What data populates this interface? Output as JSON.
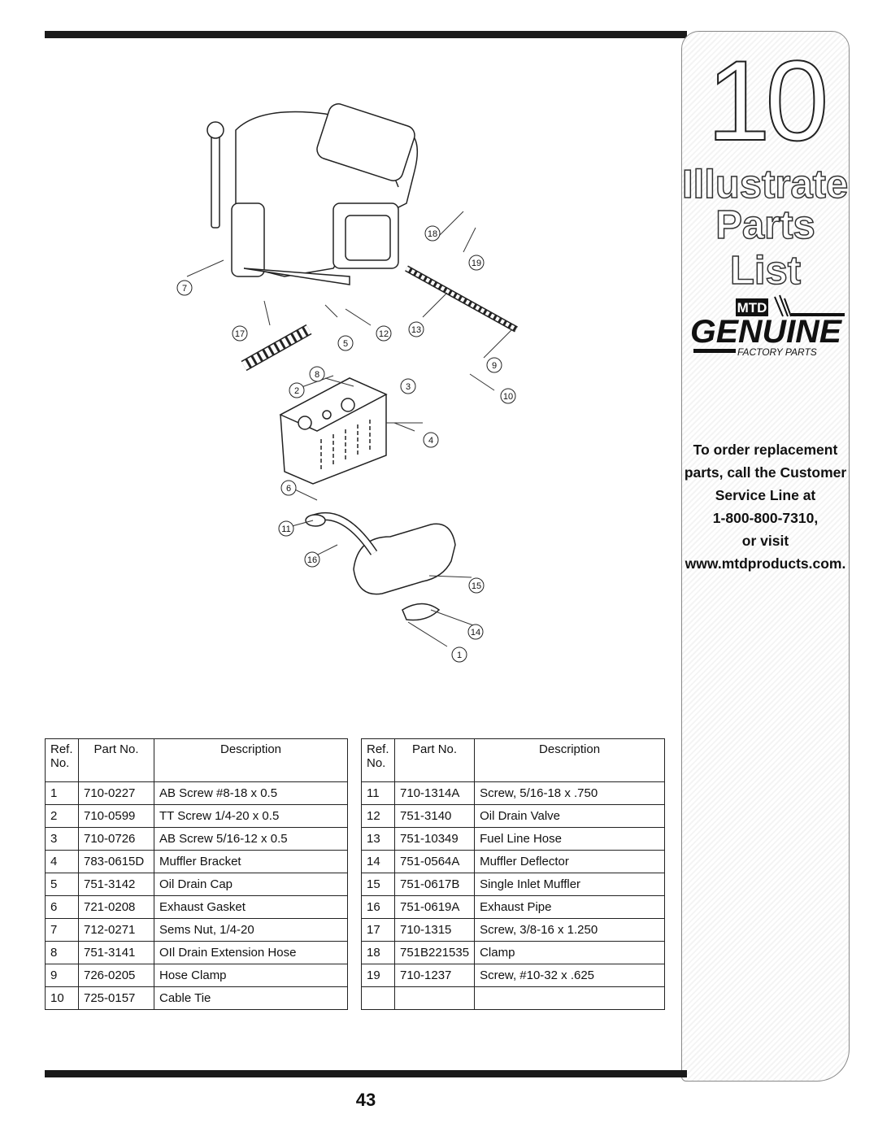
{
  "sidebar": {
    "chapter_number": "10",
    "title_line1": "Illustrated",
    "title_line2": "Parts List",
    "logo_brand": "MTD",
    "logo_word": "GENUINE",
    "logo_subtitle": "FACTORY PARTS",
    "order_line1": "To order replacement",
    "order_line2": "parts, call the Customer",
    "order_line3": "Service Line at",
    "order_phone": "1-800-800-7310,",
    "order_line5": "or visit",
    "order_website": "www.mtdproducts.com."
  },
  "diagram": {
    "callouts": [
      "1",
      "2",
      "3",
      "4",
      "5",
      "6",
      "7",
      "8",
      "9",
      "10",
      "11",
      "12",
      "13",
      "14",
      "15",
      "16",
      "17",
      "18",
      "19"
    ]
  },
  "table_headers": {
    "ref": "Ref.",
    "no": "No.",
    "part_no": "Part No.",
    "description": "Description"
  },
  "parts_left": [
    {
      "ref": "1",
      "part": "710-0227",
      "desc": "AB Screw #8-18 x 0.5"
    },
    {
      "ref": "2",
      "part": "710-0599",
      "desc": "TT Screw 1/4-20 x 0.5"
    },
    {
      "ref": "3",
      "part": "710-0726",
      "desc": "AB Screw 5/16-12 x 0.5"
    },
    {
      "ref": "4",
      "part": "783-0615D",
      "desc": "Muffler Bracket"
    },
    {
      "ref": "5",
      "part": "751-3142",
      "desc": "Oil Drain Cap"
    },
    {
      "ref": "6",
      "part": "721-0208",
      "desc": "Exhaust Gasket"
    },
    {
      "ref": "7",
      "part": "712-0271",
      "desc": "Sems Nut, 1/4-20"
    },
    {
      "ref": "8",
      "part": "751-3141",
      "desc": "OIl Drain Extension Hose"
    },
    {
      "ref": "9",
      "part": "726-0205",
      "desc": "Hose Clamp"
    },
    {
      "ref": "10",
      "part": "725-0157",
      "desc": "Cable Tie"
    }
  ],
  "parts_right": [
    {
      "ref": "11",
      "part": "710-1314A",
      "desc": "Screw, 5/16-18 x .750"
    },
    {
      "ref": "12",
      "part": "751-3140",
      "desc": "Oil Drain Valve"
    },
    {
      "ref": "13",
      "part": "751-10349",
      "desc": "Fuel Line Hose"
    },
    {
      "ref": "14",
      "part": "751-0564A",
      "desc": "Muffler Deflector"
    },
    {
      "ref": "15",
      "part": "751-0617B",
      "desc": "Single Inlet Muffler"
    },
    {
      "ref": "16",
      "part": "751-0619A",
      "desc": "Exhaust Pipe"
    },
    {
      "ref": "17",
      "part": "710-1315",
      "desc": "Screw, 3/8-16 x 1.250"
    },
    {
      "ref": "18",
      "part": "751B221535",
      "desc": "Clamp"
    },
    {
      "ref": "19",
      "part": "710-1237",
      "desc": "Screw, #10-32 x .625"
    },
    {
      "ref": "",
      "part": "",
      "desc": ""
    }
  ],
  "page_number": "43"
}
